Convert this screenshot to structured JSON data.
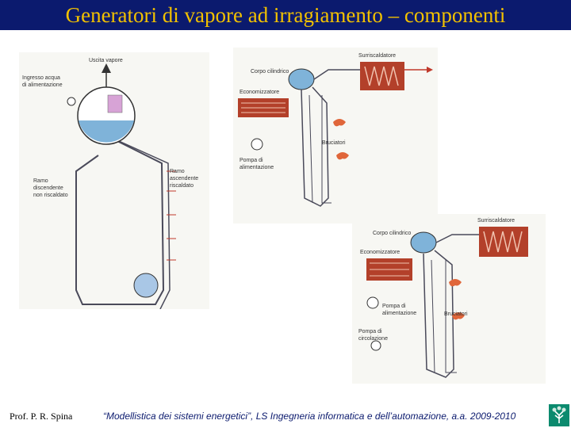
{
  "slide": {
    "title": "Generatori di vapore ad irragiamento – componenti",
    "author": "Prof. P. R. Spina",
    "course": "“Modellistica dei sistemi energetici”, LS Ingegneria informatica e dell’automazione, a.a. 2009-2010"
  },
  "diagram1": {
    "uscita": "Uscita vapore",
    "ingresso1": "Ingresso acqua",
    "ingresso2": "di alimentazione",
    "ramo_asc1": "Ramo",
    "ramo_asc2": "ascendente",
    "ramo_asc3": "riscaldato",
    "ramo_disc1": "Ramo",
    "ramo_disc2": "discendente",
    "ramo_disc3": "non riscaldato"
  },
  "diagram2": {
    "surriscaldatore": "Surriscaldatore",
    "corpo": "Corpo cilindrico",
    "economizzatore": "Economizzatore",
    "bruciatori": "Bruciatori",
    "pompa1": "Pompa di",
    "pompa2": "alimentazione"
  },
  "diagram3": {
    "surriscaldatore": "Surriscaldatore",
    "corpo": "Corpo cilindrico",
    "economizzatore": "Economizzatore",
    "pompa_alim1": "Pompa di",
    "pompa_alim2": "alimentazione",
    "bruciatori": "Bruciatori",
    "pompa_circ1": "Pompa di",
    "pompa_circ2": "circolazione"
  },
  "colors": {
    "title_bg": "#0b1a6e",
    "title_text": "#f2c100",
    "heat_exchanger": "#b3402a",
    "water": "#7fb3d9",
    "pipe": "#4a4a5a",
    "arrow": "#c0392b"
  }
}
